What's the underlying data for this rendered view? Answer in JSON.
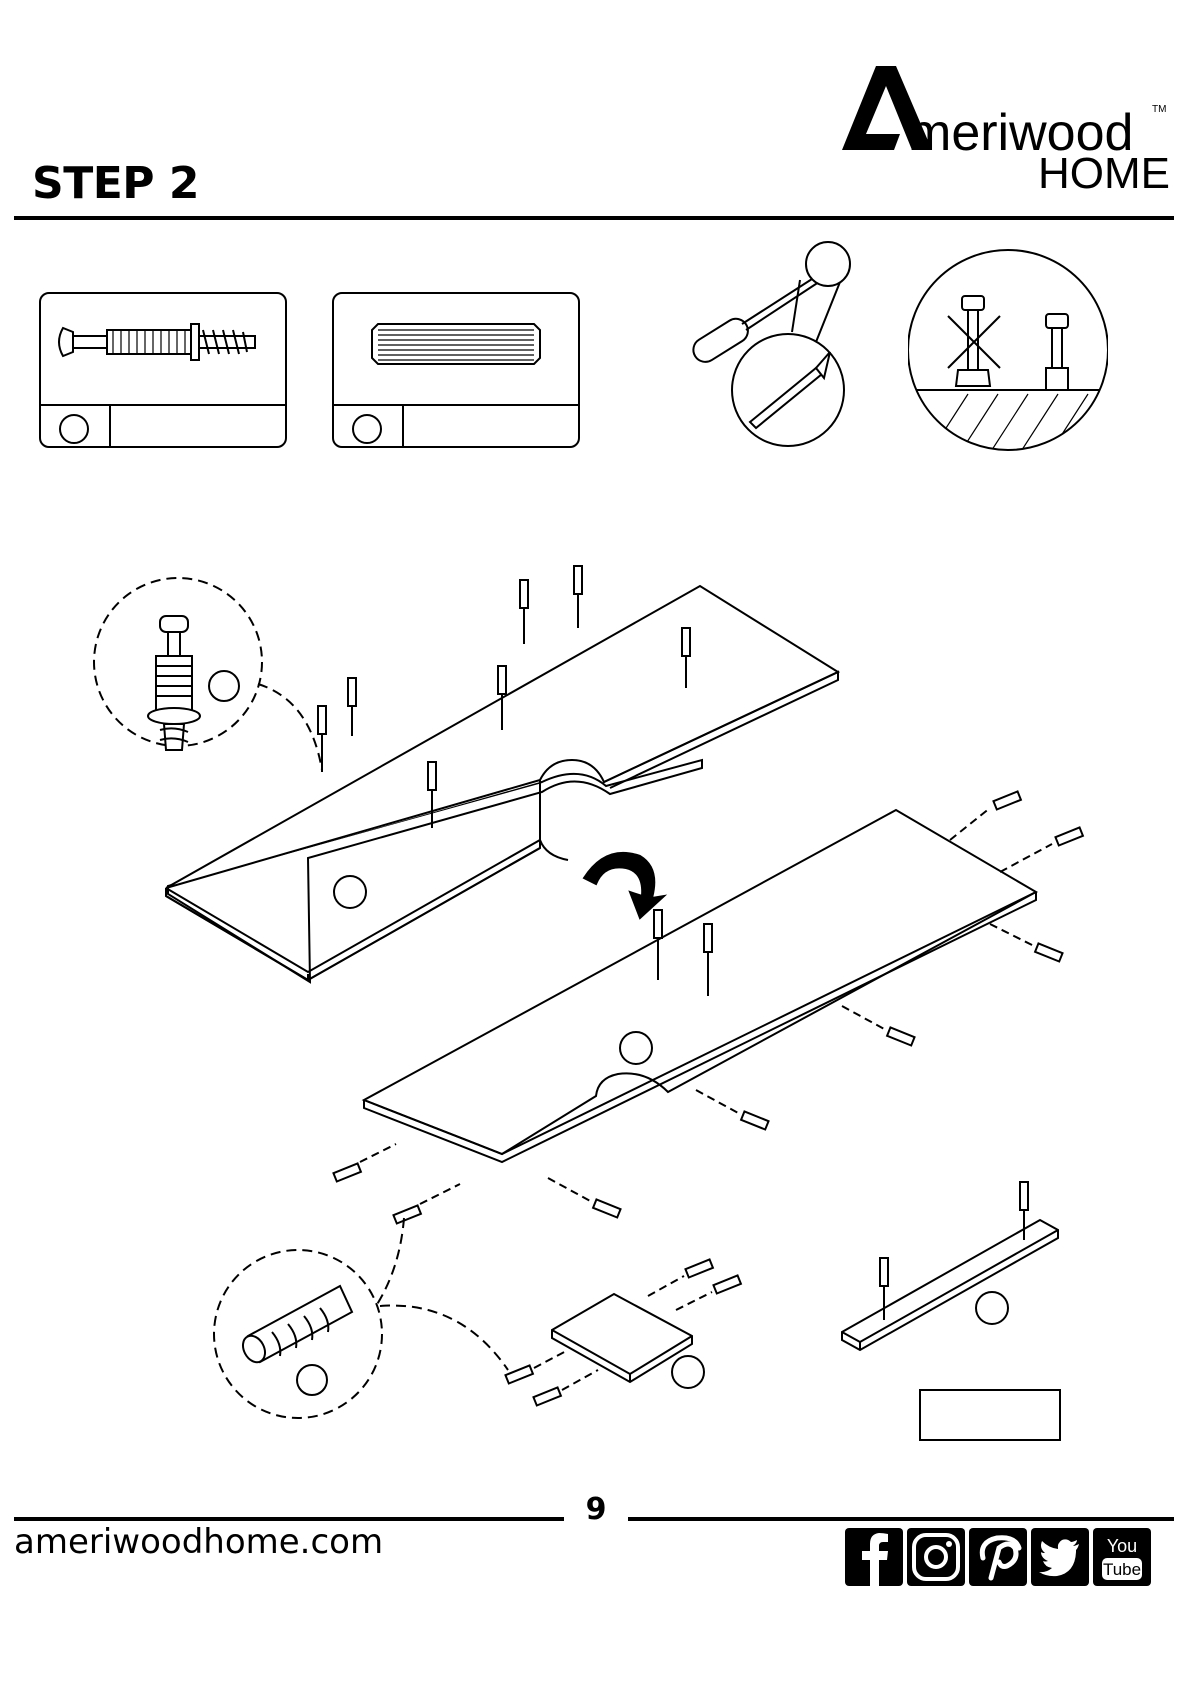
{
  "header": {
    "step_title": "STEP 2",
    "brand_name": "Ameriwood HOME",
    "brand_word1": "meriwood",
    "brand_letter": "A",
    "brand_word2": "HOME",
    "brand_tm": "TM"
  },
  "icons": {
    "screw": "cam-bolt-icon",
    "dowel": "wood-dowel-icon",
    "screwdriver": "phillips-screwdriver-icon",
    "caution": "do-not-overtighten-icon",
    "arrow": "flip-arrow-icon",
    "social": [
      "facebook-icon",
      "instagram-icon",
      "pinterest-icon",
      "twitter-icon",
      "youtube-icon"
    ]
  },
  "youtube_label": {
    "line1": "You",
    "line2": "Tube"
  },
  "footer": {
    "page_number": "9",
    "website": "ameriwoodhome.com"
  }
}
